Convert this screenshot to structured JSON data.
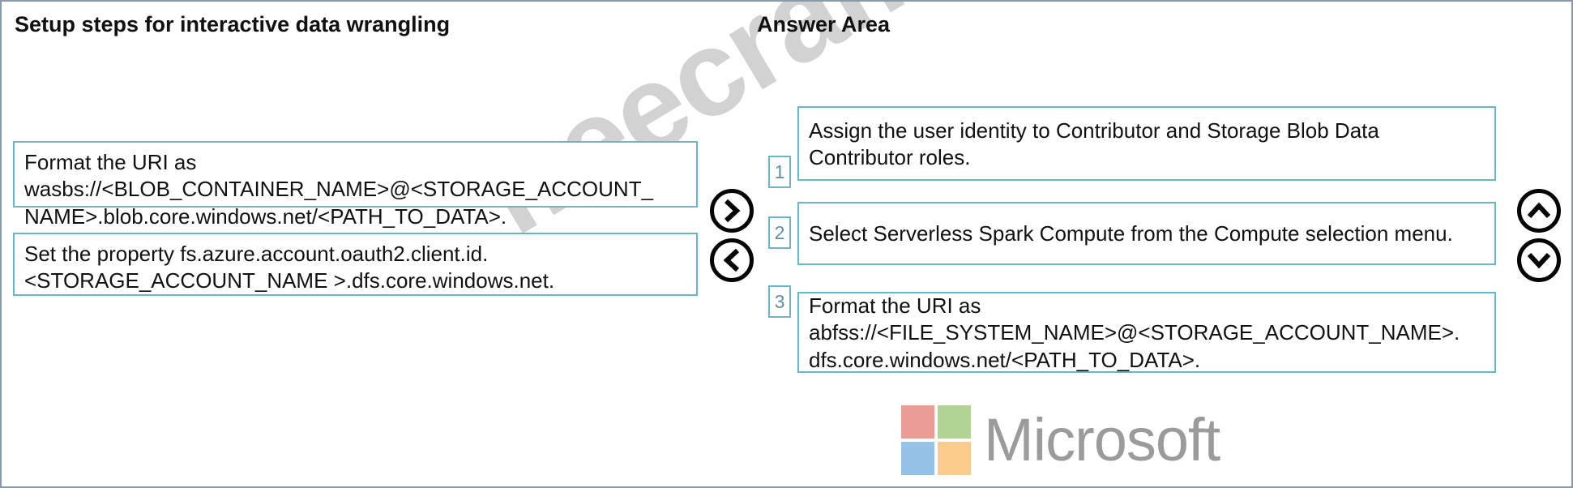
{
  "headings": {
    "left": "Setup steps for interactive data wrangling",
    "right": "Answer Area"
  },
  "watermark": {
    "text": "freecram.net"
  },
  "source_list": {
    "items": [
      {
        "id": "source-option-1",
        "lines": [
          "Format the URI as",
          "wasbs://<BLOB_CONTAINER_NAME>@<STORAGE_ACCOUNT_",
          "NAME>.blob.core.windows.net/<PATH_TO_DATA>."
        ]
      },
      {
        "id": "source-option-2",
        "lines": [
          "Set the property fs.azure.account.oauth2.client.id.",
          "<STORAGE_ACCOUNT_NAME >.dfs.core.windows.net."
        ]
      }
    ]
  },
  "answer_list": {
    "items": [
      {
        "id": "answer-option-1",
        "order": "1",
        "lines": [
          "Assign the user identity to Contributor and Storage Blob Data",
          "Contributor roles."
        ]
      },
      {
        "id": "answer-option-2",
        "order": "2",
        "lines": [
          "Select Serverless Spark Compute from the Compute selection menu."
        ]
      },
      {
        "id": "answer-option-3",
        "order": "3",
        "lines": [
          "Format the URI as",
          "abfss://<FILE_SYSTEM_NAME>@<STORAGE_ACCOUNT_NAME>.",
          "dfs.core.windows.net/<PATH_TO_DATA>."
        ]
      }
    ]
  },
  "controls": {
    "move_right": "chevron-right",
    "move_left": "chevron-left",
    "move_up": "chevron-up",
    "move_down": "chevron-down"
  },
  "branding": {
    "name": "Microsoft",
    "tile_colors": [
      "#eb9c94",
      "#b1d394",
      "#96c2e8",
      "#fbcb8c"
    ]
  },
  "colors": {
    "box_border": "#6ab7c8",
    "frame_border": "#8a9aab",
    "watermark": "#d2d2d2",
    "marker_text": "#5f8fa6"
  }
}
